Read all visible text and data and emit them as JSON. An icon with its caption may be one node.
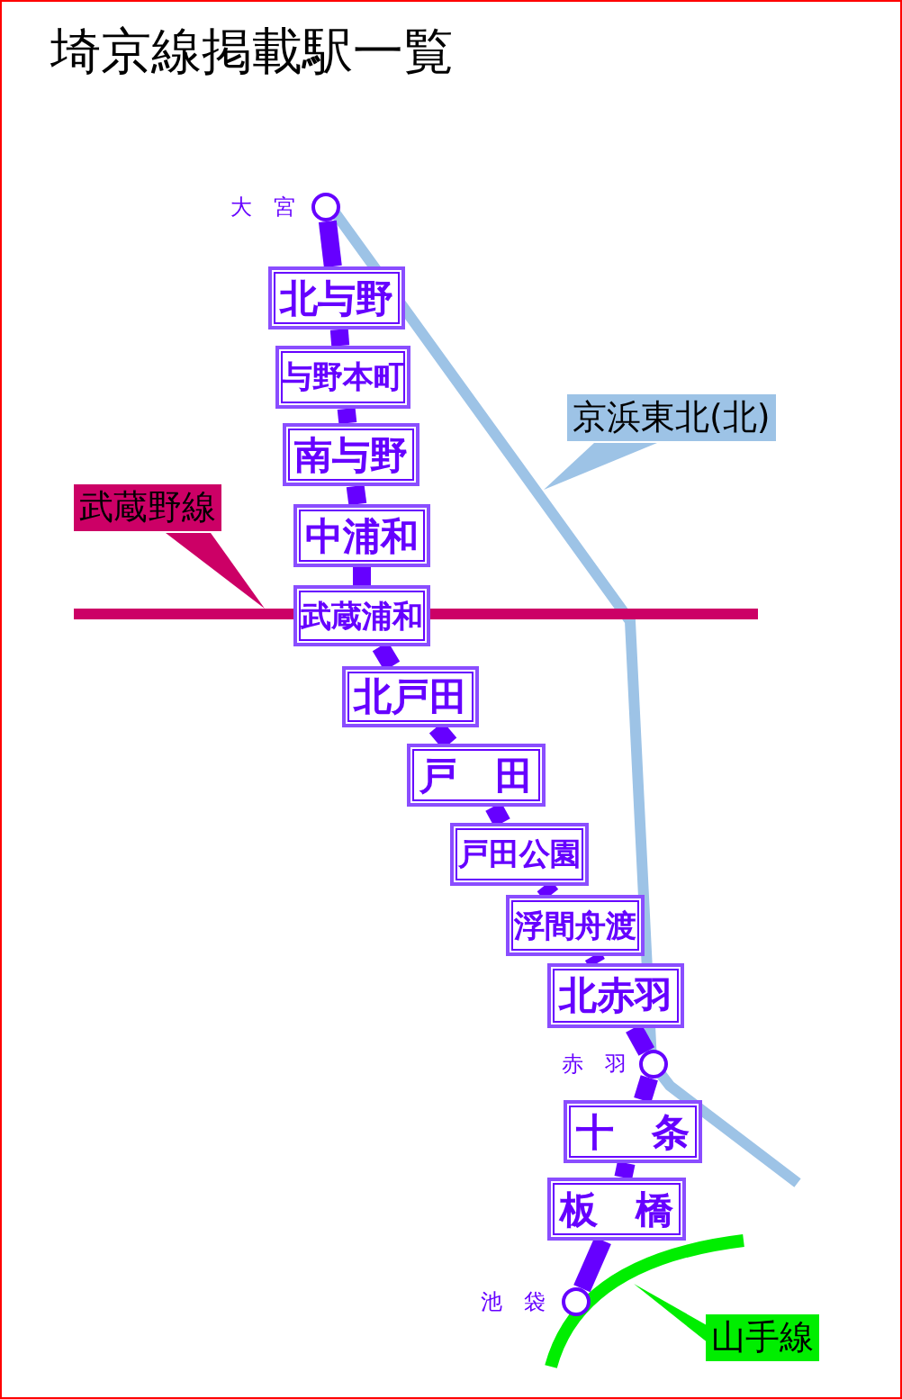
{
  "diagram": {
    "title": "埼京線掲載駅一覧",
    "nodes": [
      {
        "text": [],
        "shape": "circle",
        "beside": [
          "大　宮"
        ]
      },
      {
        "text": [
          "北与野"
        ]
      },
      {
        "text": [
          "与野本町"
        ]
      },
      {
        "text": [
          "南与野"
        ]
      },
      {
        "text": [
          "中浦和"
        ]
      },
      {
        "text": [
          "武蔵浦和"
        ]
      },
      {
        "text": [
          "北戸田"
        ]
      },
      {
        "text": [
          "戸　田"
        ]
      },
      {
        "text": [
          "戸田公園"
        ]
      },
      {
        "text": [
          "浮間舟渡"
        ]
      },
      {
        "text": [
          "北赤羽"
        ]
      },
      {
        "text": [],
        "shape": "circle",
        "beside": [
          "赤　羽"
        ]
      },
      {
        "text": [
          "十　条"
        ]
      },
      {
        "text": [
          "板　橋"
        ]
      },
      {
        "text": [],
        "shape": "circle",
        "beside": [
          "池　袋"
        ]
      }
    ],
    "edges": [
      {
        "from": 0,
        "to": 1,
        "arrow": "none"
      },
      {
        "from": 1,
        "to": 2,
        "arrow": "none"
      },
      {
        "from": 2,
        "to": 3,
        "arrow": "none"
      },
      {
        "from": 3,
        "to": 4,
        "arrow": "none"
      },
      {
        "from": 4,
        "to": 5,
        "arrow": "none"
      },
      {
        "from": 5,
        "to": 6,
        "arrow": "none"
      },
      {
        "from": 6,
        "to": 7,
        "arrow": "none"
      },
      {
        "from": 7,
        "to": 8,
        "arrow": "none"
      },
      {
        "from": 8,
        "to": 9,
        "arrow": "none"
      },
      {
        "from": 9,
        "to": 10,
        "arrow": "none"
      },
      {
        "from": 10,
        "to": 11,
        "arrow": "none"
      },
      {
        "from": 11,
        "to": 12,
        "arrow": "none"
      },
      {
        "from": 12,
        "to": 13,
        "arrow": "none"
      },
      {
        "from": 13,
        "to": 14,
        "arrow": "none"
      }
    ],
    "labels": [
      "京浜東北(北)",
      "武蔵野線",
      "山手線"
    ]
  }
}
